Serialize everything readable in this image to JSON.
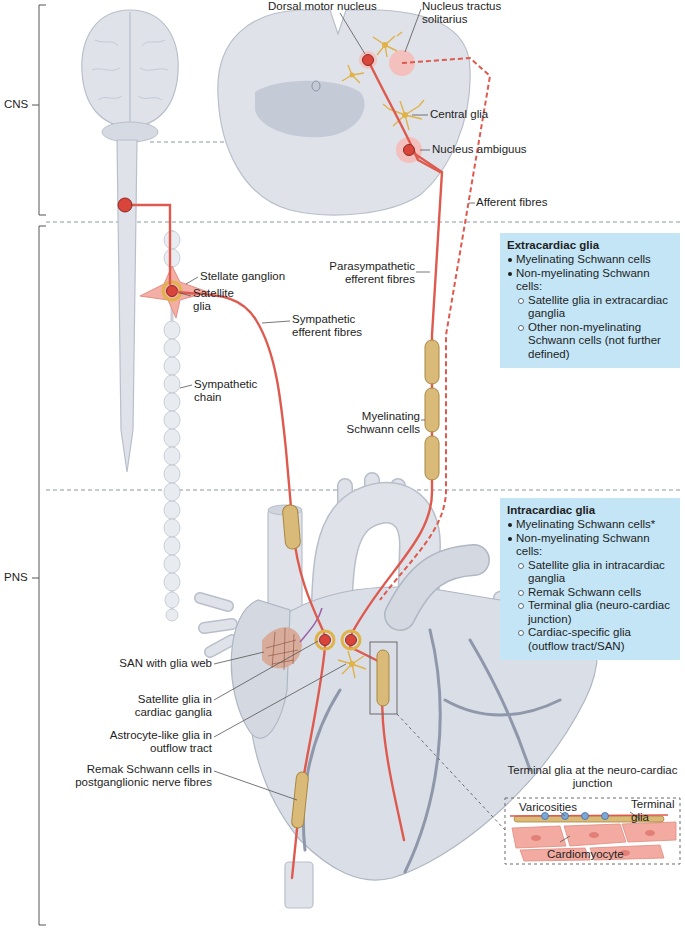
{
  "diagram": {
    "nodes": [
      {
        "text": [
          "Extracardiac glia",
          "Myelinating Schwann cells",
          "Non-myelinating Schwann cells:",
          "Satellite glia in extracardiac ganglia",
          "Other non-myelinating Schwann cells (not further defined)"
        ]
      },
      {
        "text": [
          "Intracardiac glia",
          "Myelinating Schwann cells*",
          "Non-myelinating Schwann cells:",
          "Satellite glia in intracardiac ganglia",
          "Remak Schwann cells",
          "Terminal glia (neuro-cardiac junction)",
          "Cardiac-specific glia (outflow tract/SAN)"
        ]
      },
      {
        "text": [
          "Terminal glia at the neuro-cardiac junction",
          "Varicosities",
          "Terminal glia",
          "Cardiomyocyte"
        ]
      }
    ],
    "labels": [
      "CNS",
      "PNS",
      "Dorsal motor nucleus",
      "Nucleus tractus solitarius",
      "Central glia",
      "Nucleus ambiguus",
      "Afferent fibres",
      "Stellate ganglion",
      "Satellite glia",
      "Parasympathetic efferent fibres",
      "Sympathetic efferent fibres",
      "Sympathetic chain",
      "Myelinating Schwann cells",
      "SAN with glia web",
      "Satellite glia in cardiac ganglia",
      "Astrocyte-like glia in outflow tract",
      "Remak Schwann cells in postganglionic nerve fibres"
    ]
  }
}
